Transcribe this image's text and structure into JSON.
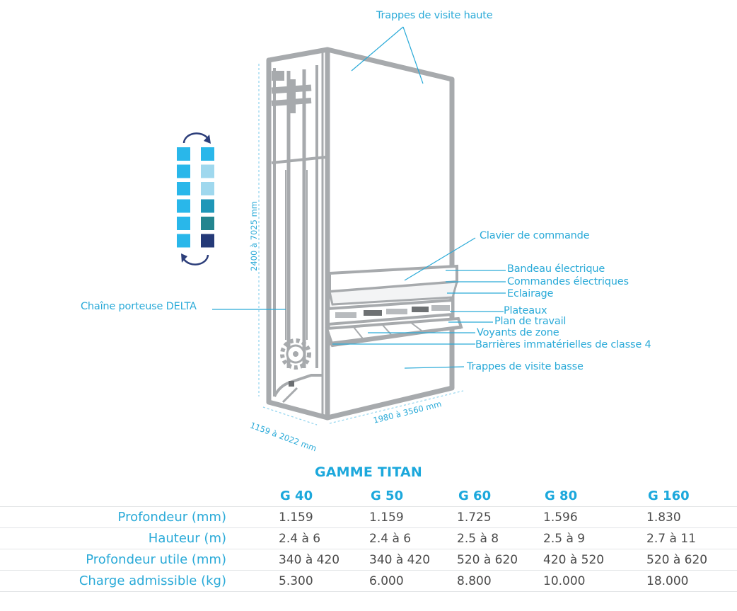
{
  "diagram": {
    "labels": {
      "trappes_haute": "Trappes de visite haute",
      "clavier": "Clavier de commande",
      "bandeau": "Bandeau électrique",
      "commandes": "Commandes électriques",
      "eclairage": "Eclairage",
      "plateaux": "Plateaux",
      "plan_travail": "Plan de travail",
      "voyants": "Voyants de zone",
      "barrieres": "Barrières immatérielles de classe 4",
      "trappes_basse": "Trappes de visite basse",
      "chaine": "Chaîne porteuse DELTA"
    },
    "dimensions": {
      "height": "2400 à 7025 mm",
      "depth": "1159 à 2022 mm",
      "width": "1980 à 3560 mm"
    },
    "tray_colors_left": [
      "#29b7ea",
      "#29b7ea",
      "#29b7ea",
      "#29b7ea",
      "#29b7ea",
      "#29b7ea"
    ],
    "tray_colors_right": [
      "#29b7ea",
      "#9fd8ee",
      "#9fd8ee",
      "#1f97b8",
      "#23858f",
      "#253a78"
    ],
    "arrow_color": "#2c3e7a",
    "accent_color": "#2aaad8",
    "frame_color": "#a7aaad"
  },
  "table": {
    "title": "GAMME TITAN",
    "columns": [
      "G 40",
      "G 50",
      "G 60",
      "G 80",
      "G 160"
    ],
    "rows": [
      {
        "label": "Profondeur (mm)",
        "values": [
          "1.159",
          "1.159",
          "1.725",
          "1.596",
          "1.830"
        ]
      },
      {
        "label": "Hauteur (m)",
        "values": [
          "2.4 à 6",
          "2.4 à 6",
          "2.5 à 8",
          "2.5 à 9",
          "2.7 à 11"
        ]
      },
      {
        "label": "Profondeur utile (mm)",
        "values": [
          "340 à 420",
          "340 à 420",
          "520 à 620",
          "420 à 520",
          "520 à 620"
        ]
      },
      {
        "label": "Charge admissible (kg)",
        "values": [
          "5.300",
          "6.000",
          "8.800",
          "10.000",
          "18.000"
        ]
      }
    ]
  }
}
